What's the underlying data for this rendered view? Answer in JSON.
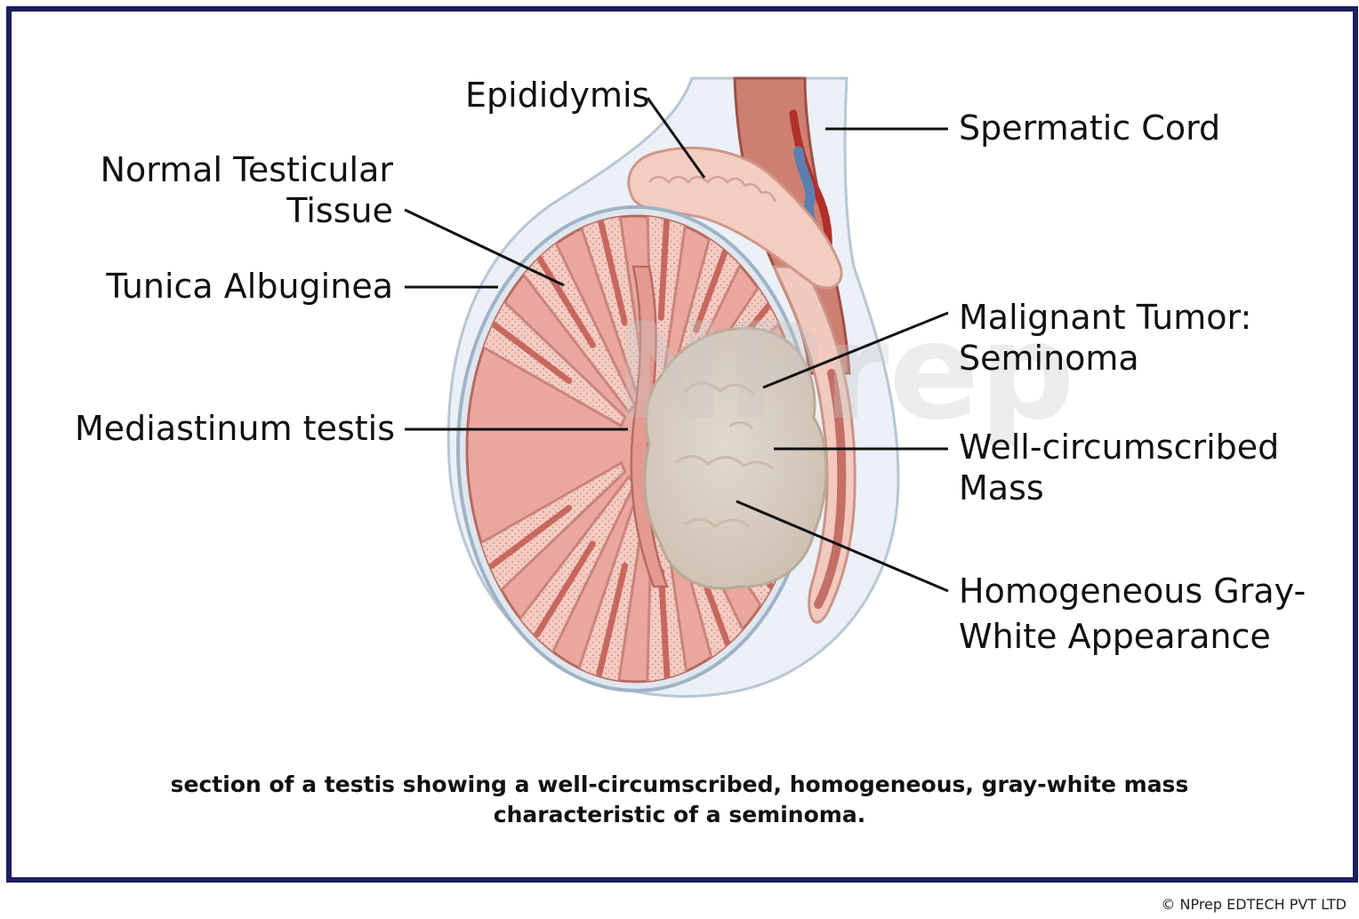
{
  "labels": {
    "epididymis": "Epididymis",
    "spermatic_cord": "Spermatic Cord",
    "normal_tissue": [
      "Normal Testicular",
      "Tissue"
    ],
    "tunica_albuginea": "Tunica Albuginea",
    "malignant_tumor": [
      "Malignant Tumor:",
      "Seminoma"
    ],
    "mediastinum": "Mediastinum testis",
    "well_circumscribed": [
      "Well-circumscribed",
      "Mass"
    ],
    "homogeneous": [
      "Homogeneous Gray-",
      "White Appearance"
    ]
  },
  "caption": [
    "section of a testis showing a well-circumscribed, homogeneous, gray-white mass",
    "characteristic of a seminoma."
  ],
  "copyright": "© NPrep EDTECH PVT LTD",
  "watermark": "NPrep",
  "colors": {
    "frame": "#1a1f5e",
    "tissue": "#e9a79d",
    "tissue_light": "#f3cdc3",
    "tumor": "#d9cfc3",
    "tunica": "#dfe6ee",
    "cord": "#c97468",
    "vein": "#5b7fb0"
  }
}
